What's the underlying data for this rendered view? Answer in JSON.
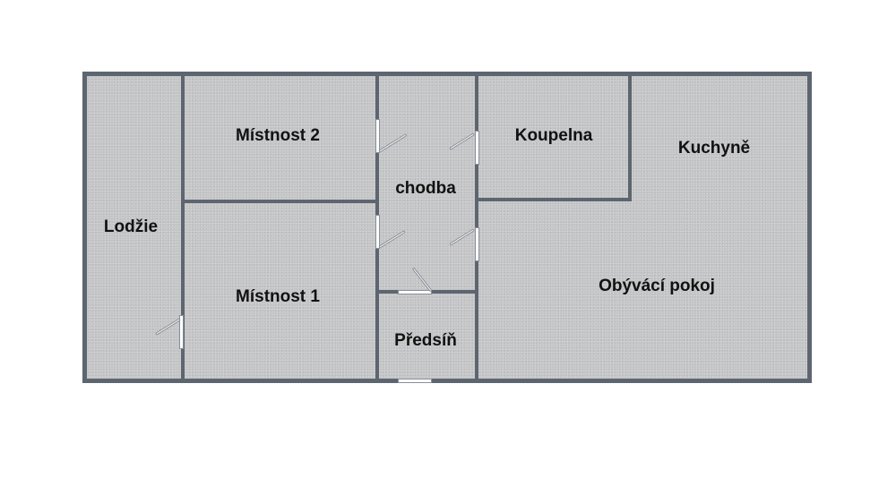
{
  "floor_plan": {
    "colors": {
      "wall": "#5d6670",
      "floor": "#c4c5c6",
      "door": "#ffffff",
      "label": "#111111",
      "background": "#ffffff"
    },
    "rooms": [
      {
        "id": "lodzie",
        "label": "Lodžie"
      },
      {
        "id": "mistnost-2",
        "label": "Místnost 2"
      },
      {
        "id": "mistnost-1",
        "label": "Místnost 1"
      },
      {
        "id": "chodba",
        "label": "chodba"
      },
      {
        "id": "predsin",
        "label": "Předsíň"
      },
      {
        "id": "koupelna",
        "label": "Koupelna"
      },
      {
        "id": "kuchyne",
        "label": "Kuchyně"
      },
      {
        "id": "obyvaci-pokoj",
        "label": "Obývácí pokoj"
      }
    ]
  }
}
